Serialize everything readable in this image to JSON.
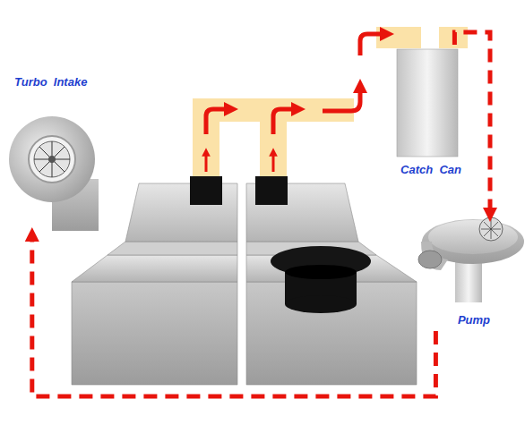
{
  "diagram": {
    "nodes": [
      {
        "text": [
          "Turbo  Intake"
        ]
      },
      {
        "text": [
          "Catch  Can"
        ]
      },
      {
        "text": [
          "Pump"
        ]
      }
    ],
    "edges": [
      {
        "from": 1,
        "to": 2,
        "arrow": "to"
      },
      {
        "from": 2,
        "to": 0,
        "arrow": "to"
      }
    ]
  }
}
